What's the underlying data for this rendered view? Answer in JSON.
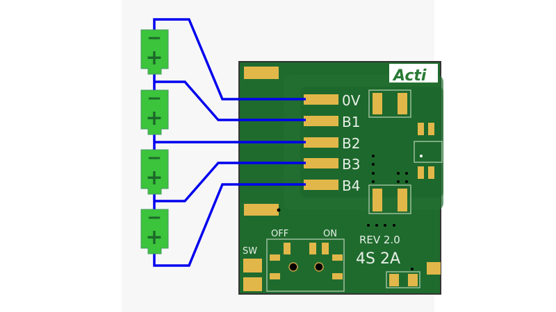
{
  "board": {
    "logo_text": "Acti",
    "pad_labels": [
      "0V",
      "B1",
      "B2",
      "B3",
      "B4"
    ],
    "switch_off": "OFF",
    "switch_on": "ON",
    "switch_label": "SW",
    "revision": "REV 2.0",
    "rating": "4S 2A"
  },
  "cells": [
    {
      "minus": "−",
      "plus": "+"
    },
    {
      "minus": "−",
      "plus": "+"
    },
    {
      "minus": "−",
      "plus": "+"
    },
    {
      "minus": "−",
      "plus": "+"
    }
  ],
  "colors": {
    "wire": "#0000ee",
    "pcb": "#1f6b2e",
    "pad": "#e2b74a",
    "cell": "#3cc43c"
  }
}
